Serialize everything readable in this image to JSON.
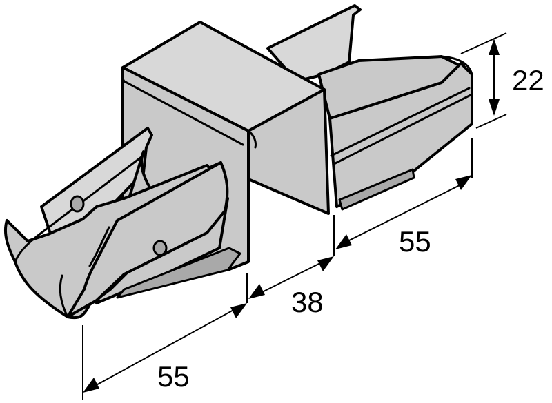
{
  "dimensions": {
    "height_right": "22",
    "length_right": "55",
    "length_middle": "38",
    "length_left": "55"
  },
  "colors": {
    "metal": "#c9c9c9",
    "metal_light": "#d8d8d8",
    "metal_shadow": "#a9a9a9",
    "outline": "#000000"
  }
}
